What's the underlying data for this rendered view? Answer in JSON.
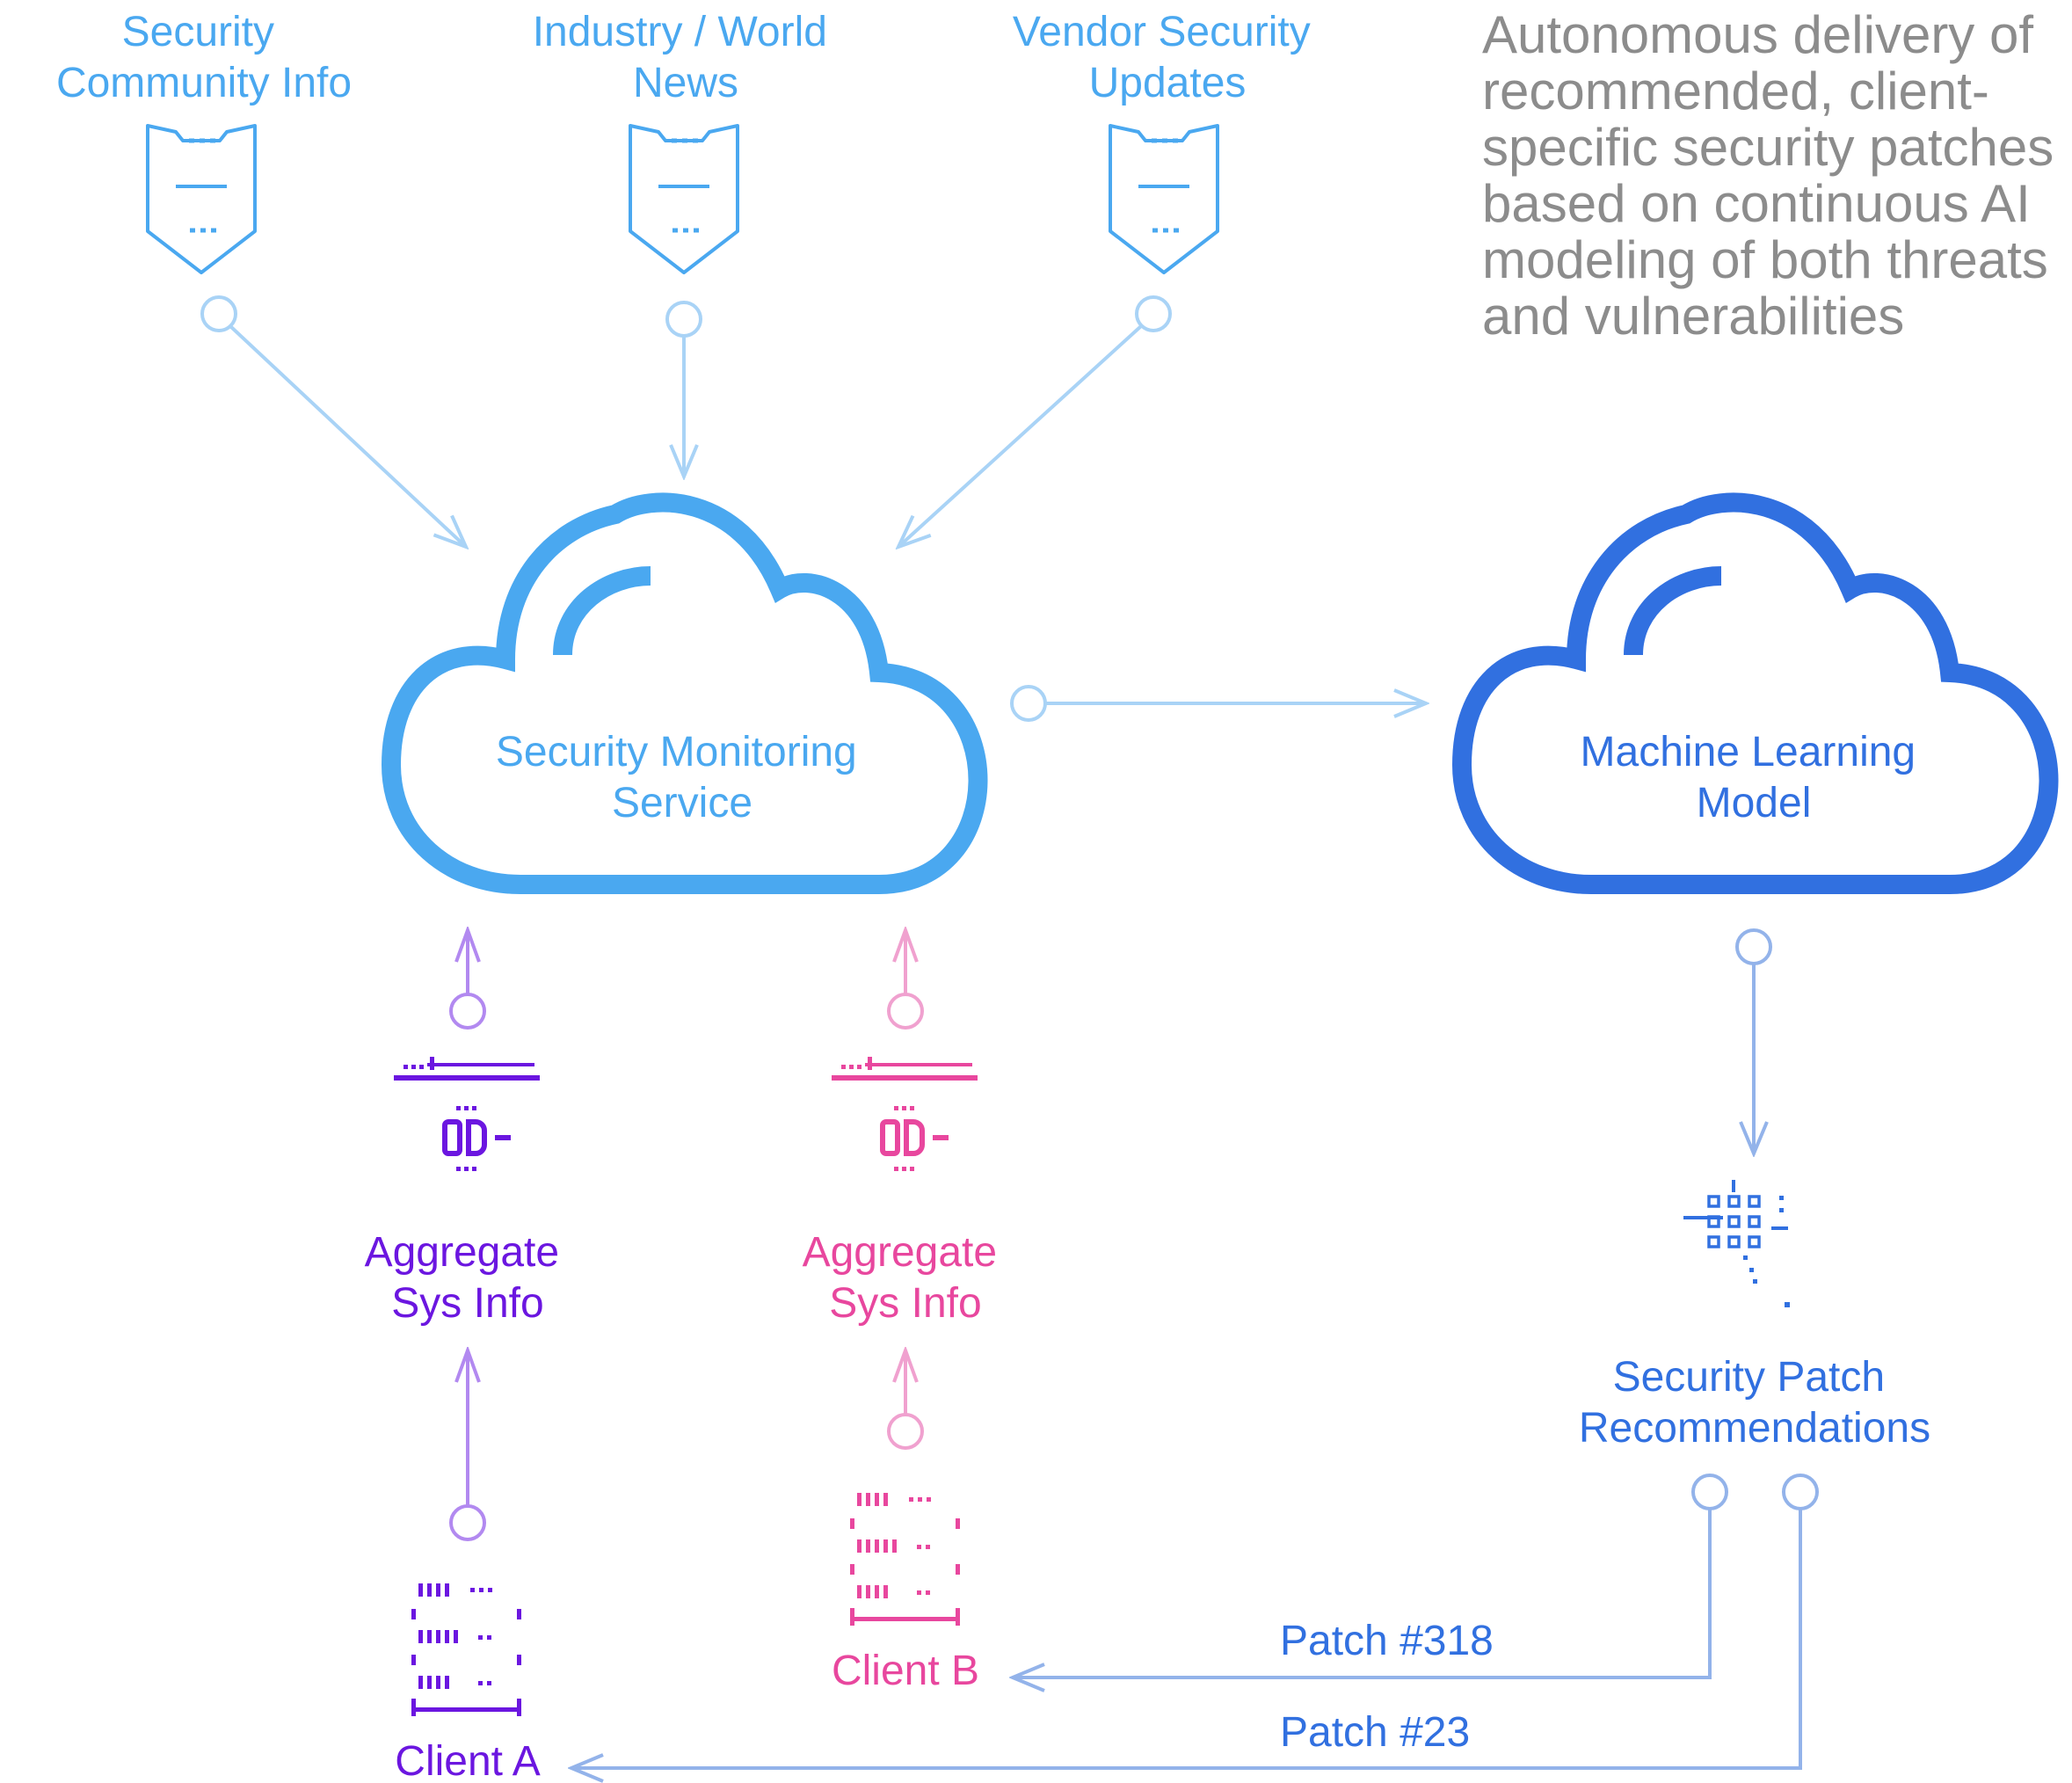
{
  "description": "Autonomous delivery of recommended, client-specific security patches based on continuous AI modeling of both threats and vulnerabilities",
  "sources": [
    {
      "line1": "Security",
      "line2": "Community Info"
    },
    {
      "line1": "Industry / World",
      "line2": "News"
    },
    {
      "line1": "Vendor Security",
      "line2": "Updates"
    }
  ],
  "clouds": {
    "monitoring": {
      "line1": "Security Monitoring",
      "line2": "Service"
    },
    "ml": {
      "line1": "Machine Learning",
      "line2": "Model"
    }
  },
  "aggregates": [
    {
      "line1": "Aggregate",
      "line2": "Sys Info"
    },
    {
      "line1": "Aggregate",
      "line2": "Sys Info"
    }
  ],
  "clients": [
    {
      "label": "Client A"
    },
    {
      "label": "Client B"
    }
  ],
  "recommendations": {
    "line1": "Security Patch",
    "line2": "Recommendations"
  },
  "patches": [
    {
      "label": "Patch #318"
    },
    {
      "label": "Patch #23"
    }
  ],
  "colors": {
    "light_blue": "#4aa8f0",
    "arrow_light": "#a9d3f6",
    "dark_blue": "#3170e0",
    "arrow_patch": "#93b3ea",
    "purple": "#6b16e0",
    "purple_light": "#b289f0",
    "pink": "#e8479e",
    "pink_light": "#f0a1cf",
    "gray": "#8c8c8c"
  }
}
